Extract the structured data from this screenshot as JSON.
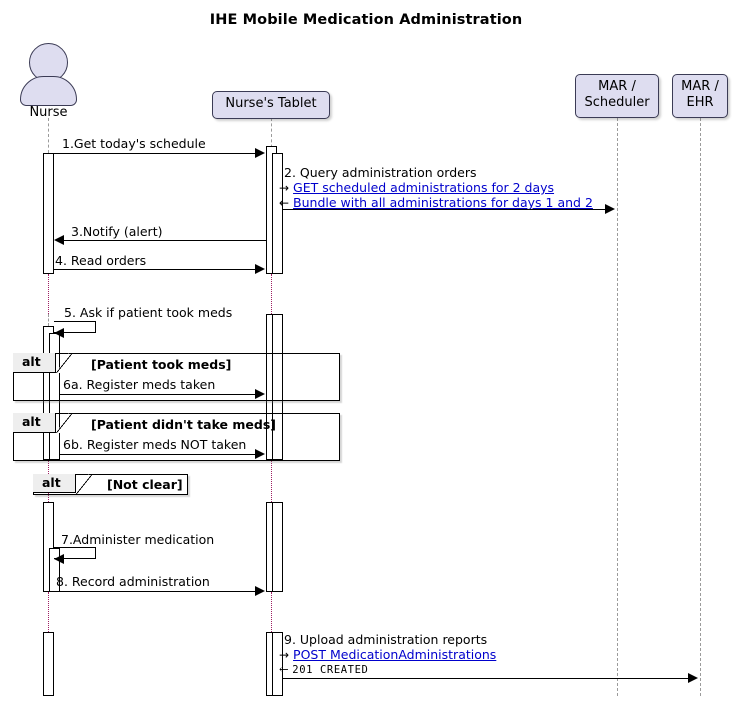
{
  "diagram": {
    "title": "IHE Mobile Medication Administration",
    "type": "uml-sequence-diagram"
  },
  "participants": [
    {
      "id": "nurse",
      "name": "Nurse",
      "kind": "actor"
    },
    {
      "id": "tablet",
      "name": "Nurse's Tablet",
      "kind": "participant"
    },
    {
      "id": "scheduler",
      "name": "MAR /\nScheduler",
      "line1": "MAR /",
      "line2": "Scheduler",
      "kind": "participant"
    },
    {
      "id": "ehr",
      "name": "MAR /\nEHR",
      "line1": "MAR /",
      "line2": "EHR",
      "kind": "participant"
    }
  ],
  "messages": [
    {
      "num": "1",
      "label": "1.Get today's schedule",
      "from": "nurse",
      "to": "tablet",
      "kind": "sync"
    },
    {
      "num": "2",
      "label": "2. Query administration orders",
      "from": "tablet",
      "to": "scheduler",
      "kind": "sync",
      "request": {
        "arrow": "→",
        "text": "GET scheduled administrations for 2 days",
        "style": "link"
      },
      "response": {
        "arrow": "←",
        "text": "Bundle with all administrations for days 1 and 2",
        "style": "link"
      }
    },
    {
      "num": "3",
      "label": "3.Notify (alert)",
      "from": "tablet",
      "to": "nurse",
      "kind": "return"
    },
    {
      "num": "4",
      "label": "4. Read orders",
      "from": "nurse",
      "to": "tablet",
      "kind": "sync"
    },
    {
      "num": "5",
      "label": "5. Ask if patient took meds",
      "from": "nurse",
      "to": "nurse",
      "kind": "self"
    },
    {
      "num": "6a",
      "label": "6a. Register meds taken",
      "from": "nurse",
      "to": "tablet",
      "kind": "sync"
    },
    {
      "num": "6b",
      "label": "6b. Register meds NOT taken",
      "from": "nurse",
      "to": "tablet",
      "kind": "sync"
    },
    {
      "num": "7",
      "label": "7.Administer medication",
      "from": "nurse",
      "to": "nurse",
      "kind": "self"
    },
    {
      "num": "8",
      "label": "8. Record administration",
      "from": "nurse",
      "to": "tablet",
      "kind": "sync"
    },
    {
      "num": "9",
      "label": "9. Upload administration reports",
      "from": "tablet",
      "to": "ehr",
      "kind": "sync",
      "request": {
        "arrow": "→",
        "text": "POST MedicationAdministrations",
        "style": "link"
      },
      "response": {
        "arrow": "←",
        "text": "201  CREATED",
        "style": "mono"
      }
    }
  ],
  "fragments": [
    {
      "kind": "alt",
      "operator": "alt",
      "condition": "[Patient took meds]"
    },
    {
      "kind": "alt",
      "operator": "alt",
      "condition": "[Patient didn't take meds]"
    },
    {
      "kind": "alt",
      "operator": "alt",
      "condition": "[Not clear]"
    }
  ],
  "colors": {
    "participant_fill": "#DEDDF0",
    "participant_border": "#3b3b55",
    "link": "#0000CC",
    "lifeline": "#9b9b9b",
    "lifeline_gap": "#9e1f63",
    "frag_tab_fill": "#EEEEEE"
  }
}
